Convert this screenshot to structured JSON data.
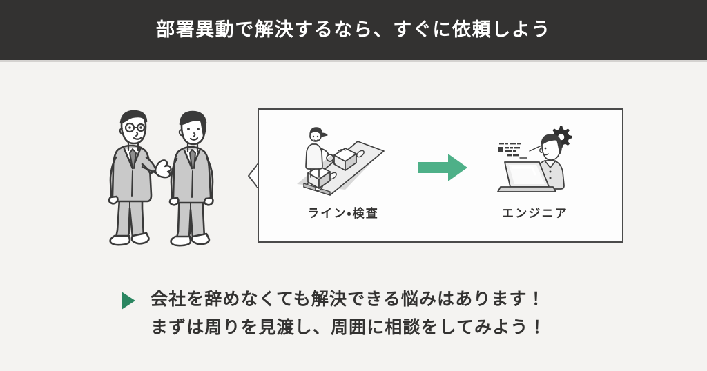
{
  "colors": {
    "header_bg": "#333231",
    "header_text": "#ffffff",
    "body_bg": "#f4f3f1",
    "panel_bg": "#fdfdfd",
    "panel_border": "#4a4a4a",
    "arrow_green": "#4eb088",
    "bullet_green": "#2a8560",
    "text_dark": "#333231",
    "suit_gray": "#c9c9c9",
    "ink": "#3a3a3a"
  },
  "header": {
    "title": "部署異動で解決するなら、すぐに依頼しよう"
  },
  "illustration": {
    "people_alt": "two-businessmen-talking",
    "left_person": "gesturing-businessman",
    "right_person": "listening-businessman"
  },
  "panel": {
    "notch": "speech-bubble-notch",
    "steps": [
      {
        "id": "line-inspection",
        "label": "ライン・検査",
        "art": "conveyor-belt-inspection-illustration"
      },
      {
        "id": "engineer",
        "label": "エンジニア",
        "art": "engineer-at-laptop-illustration"
      }
    ],
    "transition_icon": "right-arrow-icon"
  },
  "message": {
    "bullet": "triangle-bullet",
    "lines": [
      "会社を辞めなくても解決できる悩みはあります！",
      "まずは周りを見渡し、周囲に相談をしてみよう！"
    ],
    "line1": "会社を辞めなくても解決できる悩みはあります！",
    "line2": "まずは周りを見渡し、周囲に相談をしてみよう！"
  }
}
